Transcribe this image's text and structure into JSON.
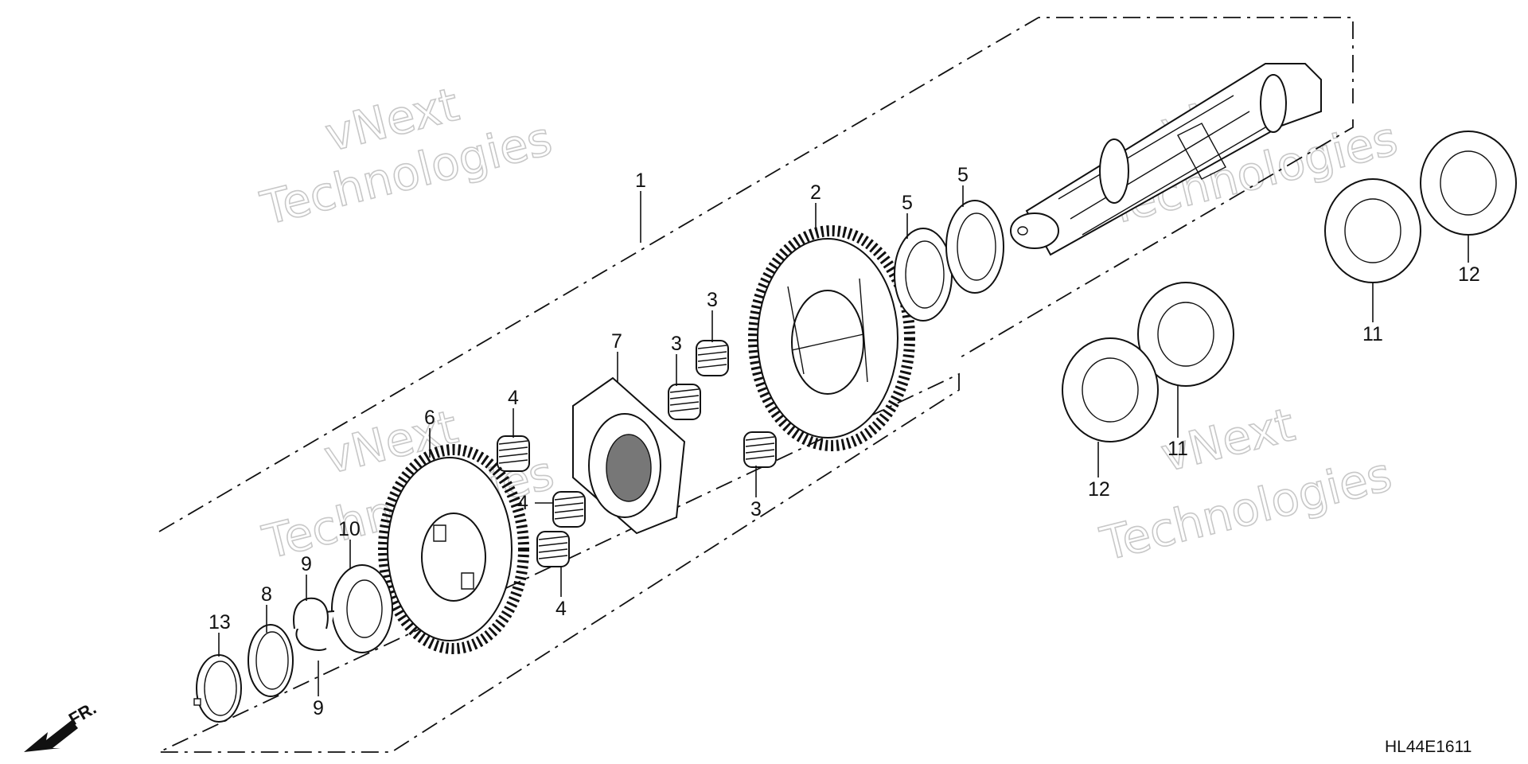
{
  "diagram": {
    "doc_code": "HL44E1611",
    "front_marker": "FR.",
    "watermarks": [
      {
        "line1": "vNext",
        "line2": "Technologies"
      },
      {
        "line1": "vNext",
        "line2": "Technologies"
      },
      {
        "line1": "vNext",
        "line2": "Technologies"
      },
      {
        "line1": "vNext",
        "line2": "Technologies"
      }
    ],
    "callouts": [
      "1",
      "2",
      "3",
      "3",
      "3",
      "4",
      "4",
      "4",
      "5",
      "5",
      "6",
      "7",
      "8",
      "9",
      "9",
      "10",
      "11",
      "11",
      "12",
      "12",
      "13"
    ]
  }
}
